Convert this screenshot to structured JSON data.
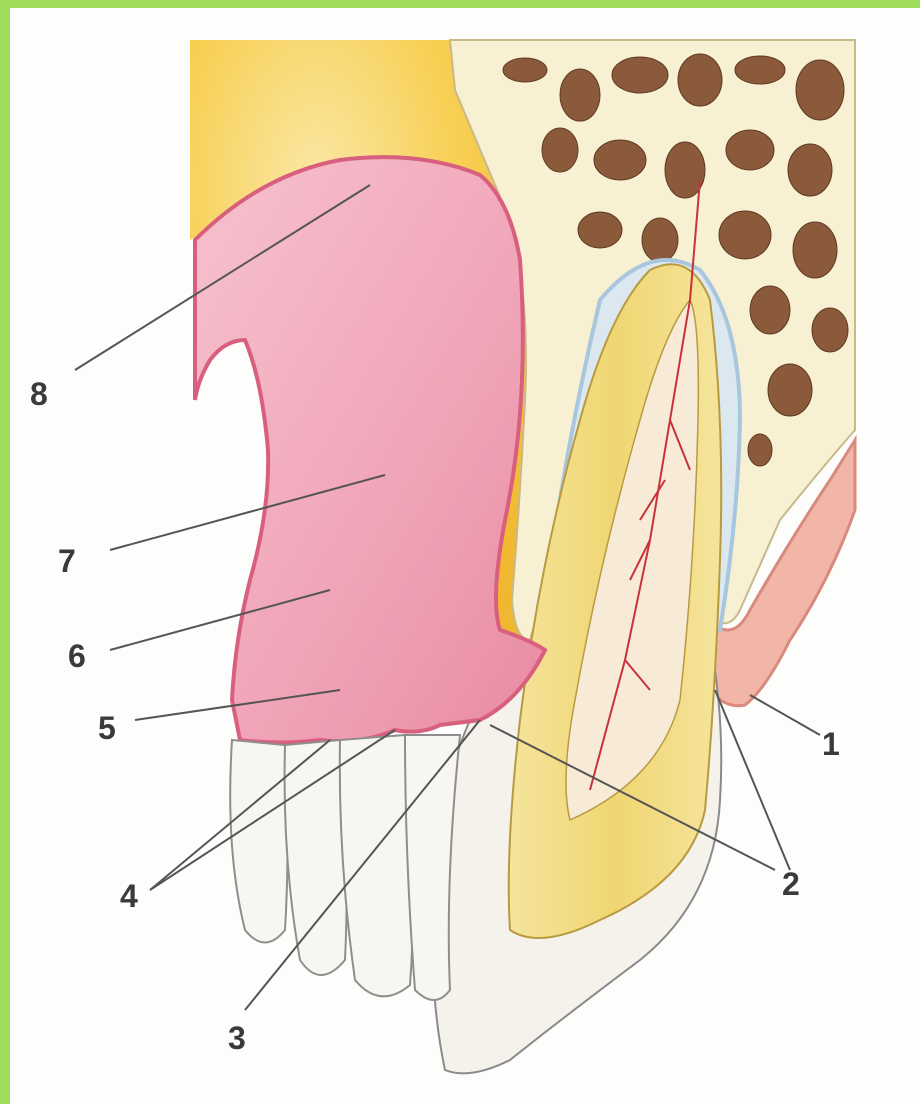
{
  "diagram": {
    "labels": [
      "1",
      "2",
      "3",
      "4",
      "5",
      "6",
      "7",
      "8"
    ],
    "colors": {
      "frame": "#9fdc5a",
      "gingiva": "#f2a7b8",
      "gingiva_dark": "#d8607e",
      "fat": "#f7c84a",
      "bone": "#f8f0d2",
      "bone_cavity": "#8a5a3a",
      "dentin": "#f3df8a",
      "pulp_vessel": "#c8323a",
      "periodontal_ligament": "#a8c6dc",
      "enamel": "#f4f2ea",
      "line": "#555555"
    }
  }
}
